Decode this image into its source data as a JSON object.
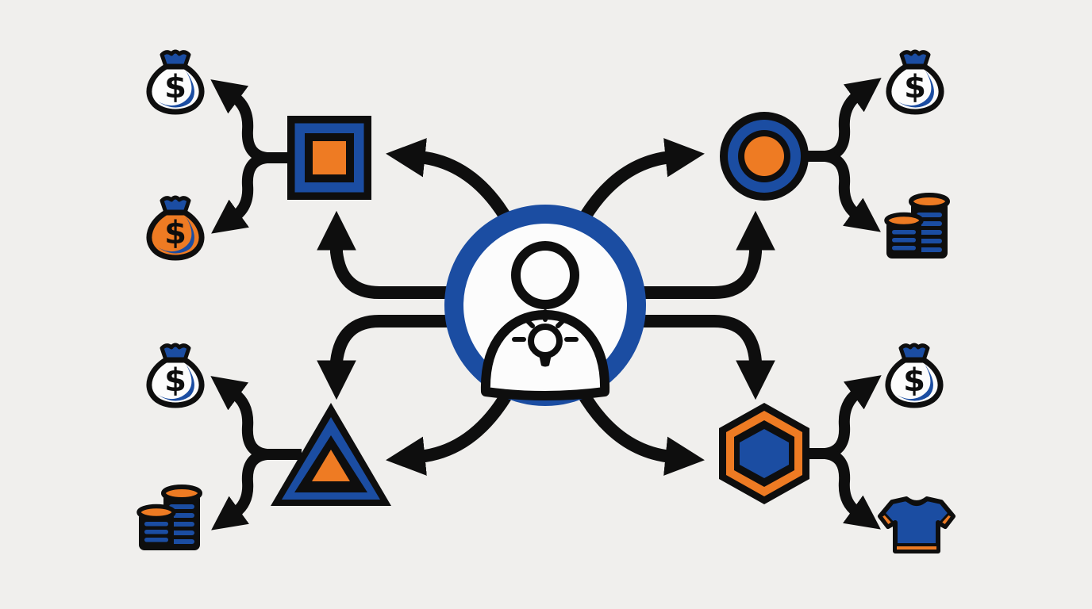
{
  "diagram": {
    "background_color": "#f0efed",
    "colors": {
      "blue": "#1b4da2",
      "orange": "#ee7b23",
      "black": "#0e0e0e",
      "white": "#fcfcfc"
    },
    "currency_symbol": "$",
    "center": {
      "icon": "person-with-idea-lightbulb",
      "ring_color": "#1b4da2"
    },
    "nodes": [
      {
        "id": "square",
        "shape": "nested-square",
        "quadrant": "top-left",
        "layer_colors": [
          "#0e0e0e",
          "#1b4da2",
          "#0e0e0e",
          "#ee7b23"
        ]
      },
      {
        "id": "target",
        "shape": "concentric-circle",
        "quadrant": "top-right",
        "layer_colors": [
          "#0e0e0e",
          "#1b4da2",
          "#0e0e0e",
          "#ee7b23"
        ]
      },
      {
        "id": "triangle",
        "shape": "nested-triangle",
        "quadrant": "bottom-left",
        "layer_colors": [
          "#0e0e0e",
          "#1b4da2",
          "#0e0e0e",
          "#ee7b23"
        ]
      },
      {
        "id": "hexagon",
        "shape": "nested-hexagon",
        "quadrant": "bottom-right",
        "layer_colors": [
          "#0e0e0e",
          "#ee7b23",
          "#0e0e0e",
          "#1b4da2"
        ]
      }
    ],
    "outcomes": [
      {
        "node": "square",
        "items": [
          "money-bag-white",
          "money-bag-orange"
        ]
      },
      {
        "node": "target",
        "items": [
          "money-bag-white",
          "coin-stack"
        ]
      },
      {
        "node": "triangle",
        "items": [
          "money-bag-white",
          "coin-stack"
        ]
      },
      {
        "node": "hexagon",
        "items": [
          "money-bag-white",
          "t-shirt"
        ]
      }
    ]
  }
}
